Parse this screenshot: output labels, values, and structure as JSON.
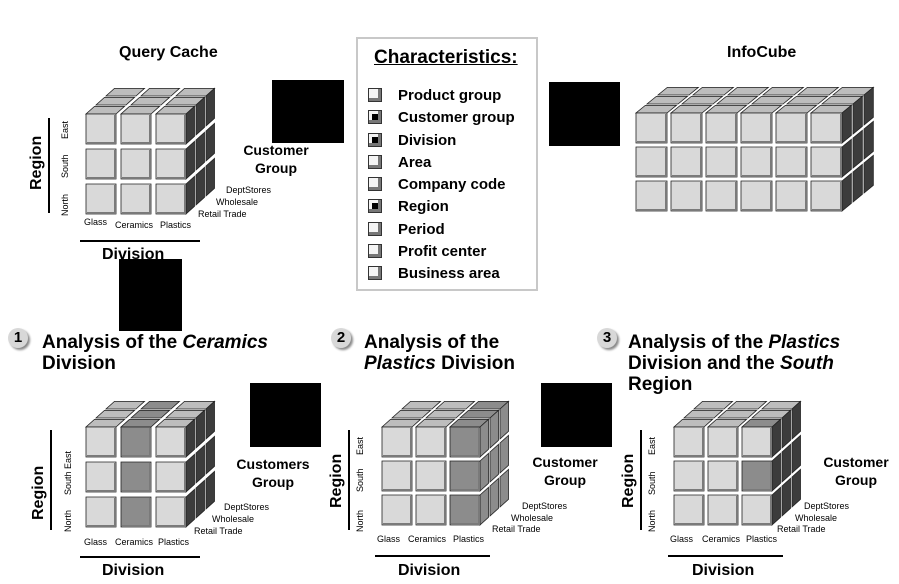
{
  "labels": {
    "query_cache": "Query Cache",
    "infocube": "InfoCube",
    "region": "Region",
    "division": "Division",
    "customer_group": "Customer Group",
    "customers_group": "Customers Group",
    "north": "North",
    "south": "South",
    "east": "East",
    "south_east": "South East",
    "glass": "Glass",
    "ceramics": "Ceramics",
    "plastics": "Plastics",
    "dept_stores": "DeptStores",
    "wholesale": "Wholesale",
    "retail_trade": "Retail Trade"
  },
  "characteristics": {
    "title": "Characteristics:",
    "items": [
      {
        "label": "Product group",
        "selected": false
      },
      {
        "label": "Customer group",
        "selected": true
      },
      {
        "label": "Division",
        "selected": true
      },
      {
        "label": "Area",
        "selected": false
      },
      {
        "label": "Company code",
        "selected": false
      },
      {
        "label": "Region",
        "selected": true
      },
      {
        "label": "Period",
        "selected": false
      },
      {
        "label": "Profit center",
        "selected": false
      },
      {
        "label": "Business area",
        "selected": false
      }
    ]
  },
  "analyses": [
    {
      "number": "1",
      "line1_pre": "Analysis of the ",
      "line1_em": "Ceramics",
      "line2": "Division"
    },
    {
      "number": "2",
      "line1": "Analysis of the",
      "line2_em": "Plastics",
      "line2_post": " Division"
    },
    {
      "number": "3",
      "line1_pre": "Analysis of the ",
      "line1_em": "Plastics",
      "line2_pre": "Division and the ",
      "line2_em": "South",
      "line3": "Region"
    }
  ],
  "colors": {
    "cube_front": "#d9d9d9",
    "highlight": "#8c8c8c",
    "side": "#3c3c3c",
    "top": "#bdbdbd",
    "black": "#000000"
  }
}
